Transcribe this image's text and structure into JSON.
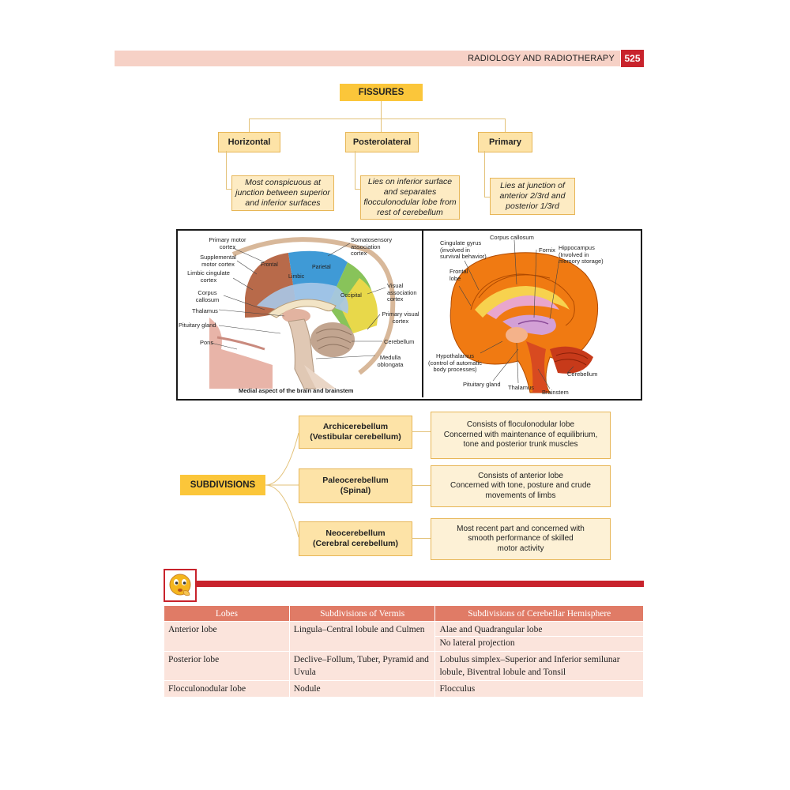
{
  "header": {
    "title": "RADIOLOGY AND RADIOTHERAPY",
    "page_number": "525"
  },
  "fissures": {
    "title": "FISSURES",
    "items": [
      {
        "label": "Horizontal",
        "description": "Most conspicuous at junction between superior and inferior surfaces"
      },
      {
        "label": "Posterolateral",
        "description": "Lies on inferior surface and separates flocculonodular lobe from rest of cerebellum"
      },
      {
        "label": "Primary",
        "description": "Lies at junction of anterior 2/3rd and posterior 1/3rd"
      }
    ]
  },
  "figure_left": {
    "labels": {
      "primary_motor": "Primary motor cortex",
      "supplemental": "Supplemental motor cortex",
      "limbic_cingulate": "Limbic cingulate cortex",
      "corpus_callosum": "Corpus callosum",
      "thalamus": "Thalamus",
      "pituitary": "Pituitary gland",
      "pons": "Pons",
      "somatosensory": "Somatosensory association cortex",
      "visual_assoc": "Visual association cortex",
      "primary_visual": "Primary visual cortex",
      "cerebellum": "Cerebellum",
      "medulla": "Medulla oblongata",
      "frontal": "Frontal",
      "parietal": "Parietal",
      "limbic": "Limbic",
      "occipital": "Occipital"
    },
    "caption": "Medial aspect of the brain and brainstem"
  },
  "figure_right": {
    "labels": {
      "cingulate": "Cingulate gyrus (involved in survival behavior)",
      "corpus_callosum": "Corpus callosum",
      "fornix": "Fornix",
      "hippocampus": "Hippocampus (Involved in memory storage)",
      "frontal_lobe": "Frontal lobe",
      "hypothalamus": "Hypothalamus (control of automatic body processes)",
      "pituitary": "Pituitary gland",
      "thalamus": "Thalamus",
      "brainstem": "Brainstem",
      "cerebellum": "Cerebellum"
    }
  },
  "subdivisions": {
    "title": "SUBDIVISIONS",
    "items": [
      {
        "name": "Archicerebellum",
        "alias": "(Vestibular cerebellum)",
        "lines": [
          "Consists of floculonodular lobe",
          "Concerned with maintenance of equilibrium,",
          "tone and posterior trunk muscles"
        ]
      },
      {
        "name": "Paleocerebellum",
        "alias": "(Spinal)",
        "lines": [
          "Consists of anterior lobe",
          "Concerned with tone, posture and crude",
          "movements of limbs"
        ]
      },
      {
        "name": "Neocerebellum",
        "alias": "(Cerebral cerebellum)",
        "lines": [
          "Most recent part and concerned with",
          "smooth performance of skilled",
          "motor activity"
        ]
      }
    ]
  },
  "table": {
    "headers": [
      "Lobes",
      "Subdivisions of Vermis",
      "Subdivisions of Cerebellar Hemisphere"
    ],
    "rows": [
      {
        "lobe": "Anterior lobe",
        "vermis": "Lingula–Central lobule and Culmen",
        "hemisphere_1": "Alae and Quadrangular lobe",
        "hemisphere_2": "No lateral projection"
      },
      {
        "lobe": "Posterior lobe",
        "vermis": "Declive–Follum, Tuber, Pyramid and Uvula",
        "hemisphere_1": "Lobulus simplex–Superior and Inferior semilunar lobule, Biventral lobule and Tonsil"
      },
      {
        "lobe": "Flocculonodular lobe",
        "vermis": "Nodule",
        "hemisphere_1": "Flocculus"
      }
    ]
  },
  "icons": {
    "thinking": "thinking-face-icon"
  },
  "colors": {
    "accent_red": "#c8232c",
    "box_yellow": "#fbc63a",
    "box_light": "#fde3a7",
    "table_header": "#e07b66"
  }
}
